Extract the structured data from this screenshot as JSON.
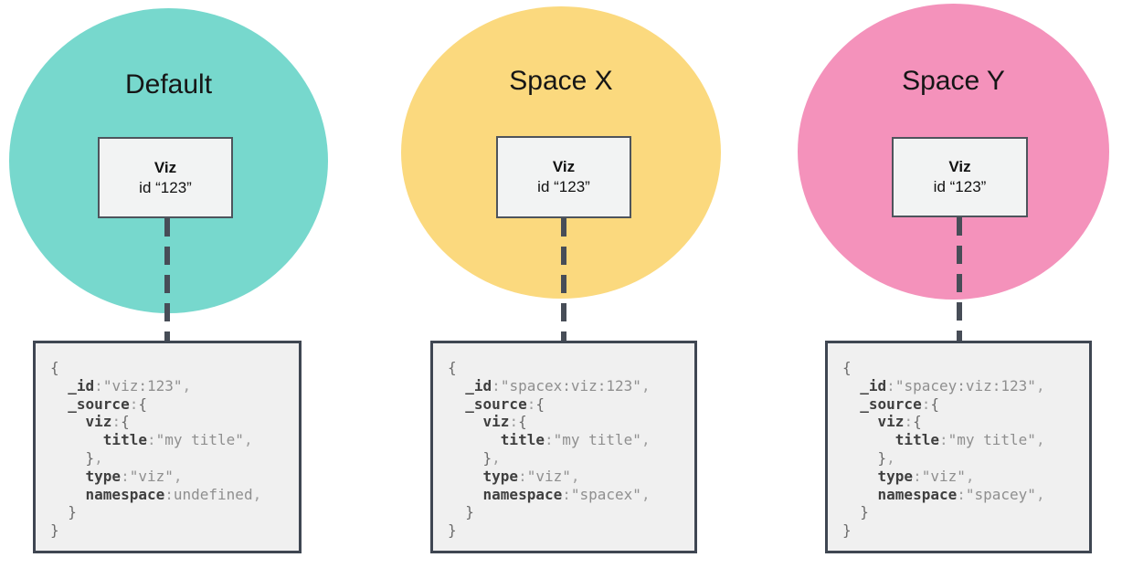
{
  "diagram": {
    "code_token_colors": {
      "key": "#3f3f3f",
      "str": "#8f8f8f",
      "val": "#8f8f8f",
      "punct": "#9f9f9f",
      "brace": "#6b6b6b"
    },
    "shared_colors": {
      "viz_box_bg": "#f2f3f3",
      "viz_box_border": "#4e545c",
      "code_box_bg": "#f0f0f0",
      "code_box_border": "#3f4652",
      "connector": "#474d57"
    },
    "panels": [
      {
        "title": "Default",
        "circle_color": "#77d8cd",
        "viz_box": {
          "label": "Viz",
          "id_line": "id “123”"
        },
        "code_lines": [
          [
            [
              "brace",
              "{"
            ]
          ],
          [
            [
              "ws",
              "  "
            ],
            [
              "key",
              "_id"
            ],
            [
              "punct",
              ":"
            ],
            [
              "str",
              "\"viz:123\""
            ],
            [
              "punct",
              ","
            ]
          ],
          [
            [
              "ws",
              "  "
            ],
            [
              "key",
              "_source"
            ],
            [
              "punct",
              ":"
            ],
            [
              "brace",
              "{"
            ]
          ],
          [
            [
              "ws",
              "    "
            ],
            [
              "key",
              "viz"
            ],
            [
              "punct",
              ":"
            ],
            [
              "brace",
              "{"
            ]
          ],
          [
            [
              "ws",
              "      "
            ],
            [
              "key",
              "title"
            ],
            [
              "punct",
              ":"
            ],
            [
              "str",
              "\"my title\""
            ],
            [
              "punct",
              ","
            ]
          ],
          [
            [
              "ws",
              "    "
            ],
            [
              "brace",
              "}"
            ],
            [
              "punct",
              ","
            ]
          ],
          [
            [
              "ws",
              "    "
            ],
            [
              "key",
              "type"
            ],
            [
              "punct",
              ":"
            ],
            [
              "str",
              "\"viz\""
            ],
            [
              "punct",
              ","
            ]
          ],
          [
            [
              "ws",
              "    "
            ],
            [
              "key",
              "namespace"
            ],
            [
              "punct",
              ":"
            ],
            [
              "val",
              "undefined"
            ],
            [
              "punct",
              ","
            ]
          ],
          [
            [
              "ws",
              "  "
            ],
            [
              "brace",
              "}"
            ]
          ],
          [
            [
              "brace",
              "}"
            ]
          ]
        ]
      },
      {
        "title": "Space X",
        "circle_color": "#fbd97e",
        "viz_box": {
          "label": "Viz",
          "id_line": "id “123”"
        },
        "code_lines": [
          [
            [
              "brace",
              "{"
            ]
          ],
          [
            [
              "ws",
              "  "
            ],
            [
              "key",
              "_id"
            ],
            [
              "punct",
              ":"
            ],
            [
              "str",
              "\"spacex:viz:123\""
            ],
            [
              "punct",
              ","
            ]
          ],
          [
            [
              "ws",
              "  "
            ],
            [
              "key",
              "_source"
            ],
            [
              "punct",
              ":"
            ],
            [
              "brace",
              "{"
            ]
          ],
          [
            [
              "ws",
              "    "
            ],
            [
              "key",
              "viz"
            ],
            [
              "punct",
              ":"
            ],
            [
              "brace",
              "{"
            ]
          ],
          [
            [
              "ws",
              "      "
            ],
            [
              "key",
              "title"
            ],
            [
              "punct",
              ":"
            ],
            [
              "str",
              "\"my title\""
            ],
            [
              "punct",
              ","
            ]
          ],
          [
            [
              "ws",
              "    "
            ],
            [
              "brace",
              "}"
            ],
            [
              "punct",
              ","
            ]
          ],
          [
            [
              "ws",
              "    "
            ],
            [
              "key",
              "type"
            ],
            [
              "punct",
              ":"
            ],
            [
              "str",
              "\"viz\""
            ],
            [
              "punct",
              ","
            ]
          ],
          [
            [
              "ws",
              "    "
            ],
            [
              "key",
              "namespace"
            ],
            [
              "punct",
              ":"
            ],
            [
              "str",
              "\"spacex\""
            ],
            [
              "punct",
              ","
            ]
          ],
          [
            [
              "ws",
              "  "
            ],
            [
              "brace",
              "}"
            ]
          ],
          [
            [
              "brace",
              "}"
            ]
          ]
        ]
      },
      {
        "title": "Space Y",
        "circle_color": "#f492bb",
        "viz_box": {
          "label": "Viz",
          "id_line": "id “123”"
        },
        "code_lines": [
          [
            [
              "brace",
              "{"
            ]
          ],
          [
            [
              "ws",
              "  "
            ],
            [
              "key",
              "_id"
            ],
            [
              "punct",
              ":"
            ],
            [
              "str",
              "\"spacey:viz:123\""
            ],
            [
              "punct",
              ","
            ]
          ],
          [
            [
              "ws",
              "  "
            ],
            [
              "key",
              "_source"
            ],
            [
              "punct",
              ":"
            ],
            [
              "brace",
              "{"
            ]
          ],
          [
            [
              "ws",
              "    "
            ],
            [
              "key",
              "viz"
            ],
            [
              "punct",
              ":"
            ],
            [
              "brace",
              "{"
            ]
          ],
          [
            [
              "ws",
              "      "
            ],
            [
              "key",
              "title"
            ],
            [
              "punct",
              ":"
            ],
            [
              "str",
              "\"my title\""
            ],
            [
              "punct",
              ","
            ]
          ],
          [
            [
              "ws",
              "    "
            ],
            [
              "brace",
              "}"
            ],
            [
              "punct",
              ","
            ]
          ],
          [
            [
              "ws",
              "    "
            ],
            [
              "key",
              "type"
            ],
            [
              "punct",
              ":"
            ],
            [
              "str",
              "\"viz\""
            ],
            [
              "punct",
              ","
            ]
          ],
          [
            [
              "ws",
              "    "
            ],
            [
              "key",
              "namespace"
            ],
            [
              "punct",
              ":"
            ],
            [
              "str",
              "\"spacey\""
            ],
            [
              "punct",
              ","
            ]
          ],
          [
            [
              "ws",
              "  "
            ],
            [
              "brace",
              "}"
            ]
          ],
          [
            [
              "brace",
              "}"
            ]
          ]
        ]
      }
    ]
  }
}
